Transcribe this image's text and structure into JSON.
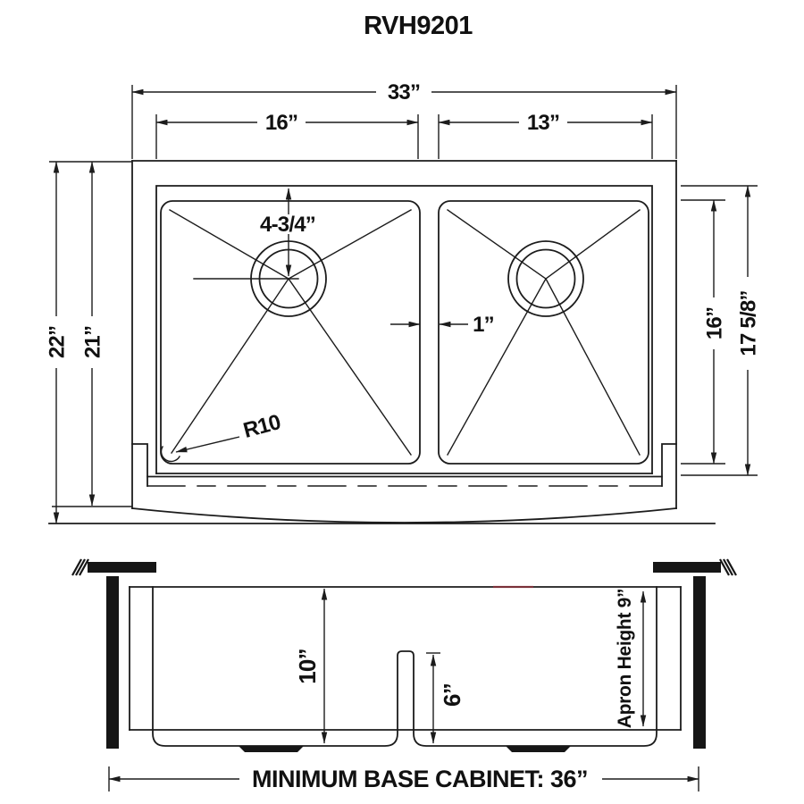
{
  "title": "RVH9201",
  "colors": {
    "ink": "#1c1c1c",
    "red_mark": "#8b2f3a"
  },
  "top_view": {
    "dims": {
      "overall_width": "33”",
      "left_bowl_width": "16”",
      "right_bowl_width": "13”",
      "overall_front_to_back": "22”",
      "inner_front_to_back": "21”",
      "bowl_front_to_back": "16”",
      "outer_front_to_back": "17 5/8”",
      "drain_offset": "4-3/4”",
      "divider_width": "1”",
      "corner_radius": "R10"
    }
  },
  "section_view": {
    "dims": {
      "bowl_depth": "10”",
      "divider_height": "6”",
      "apron_height": "Apron Height 9”",
      "base_cabinet": "MINIMUM BASE CABINET: 36”"
    }
  }
}
